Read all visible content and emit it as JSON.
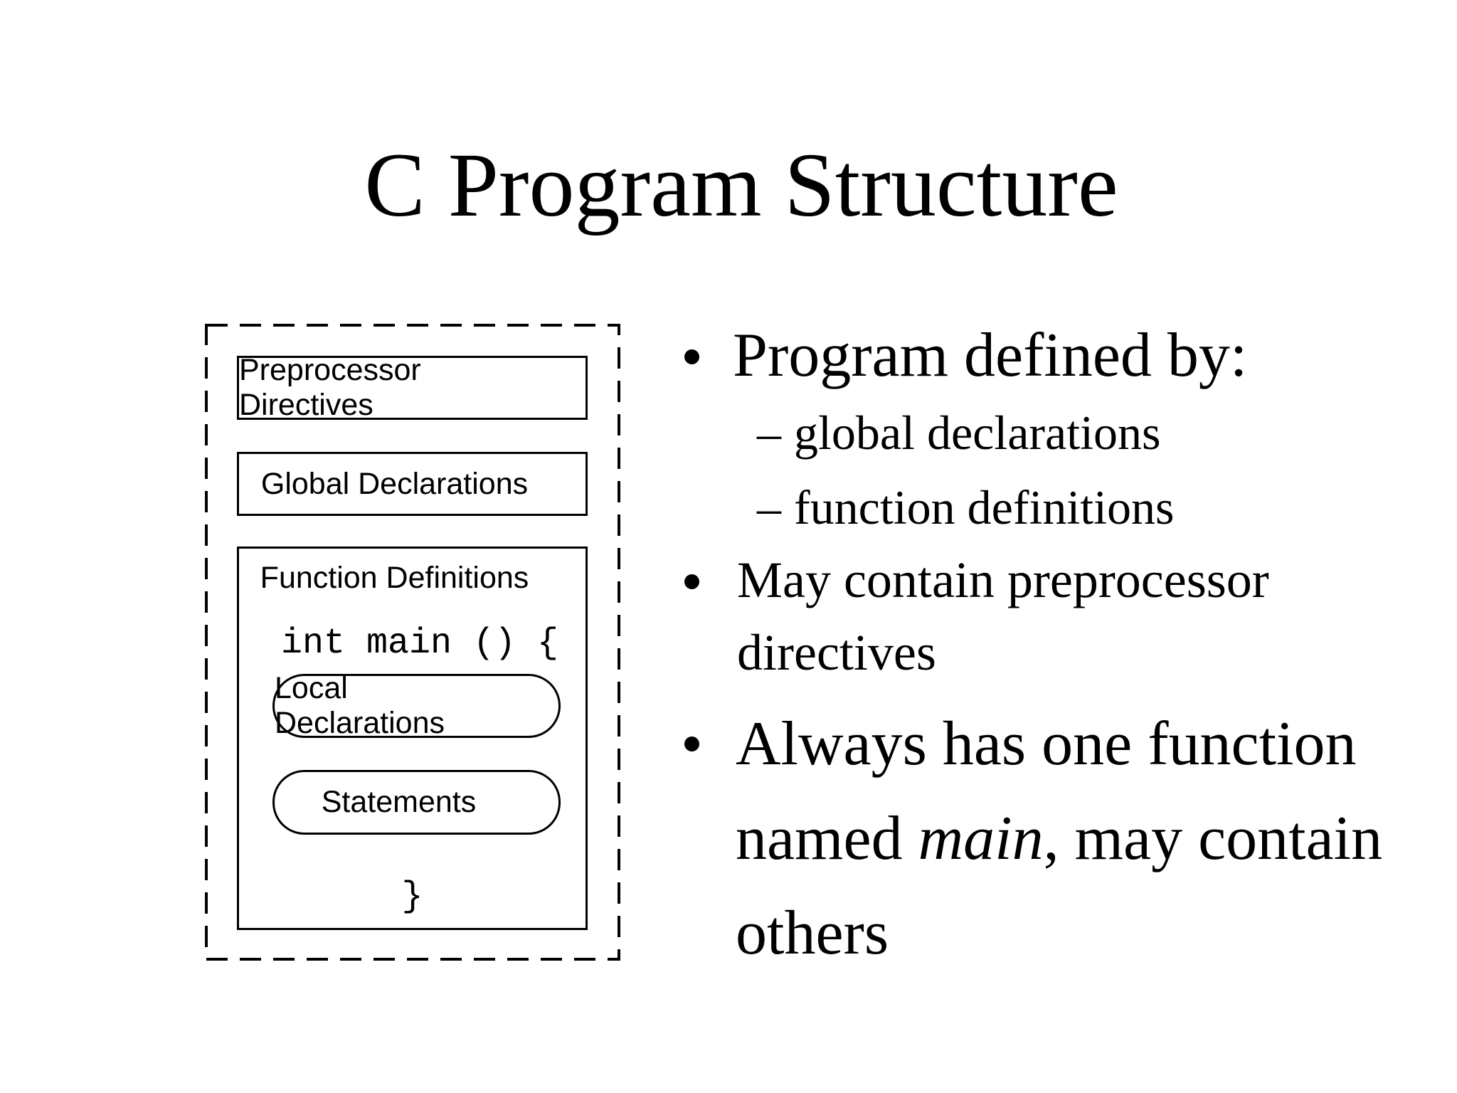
{
  "slide": {
    "title": "C Program Structure"
  },
  "diagram": {
    "box1": "Preprocessor Directives",
    "box2": "Global Declarations",
    "box3_label": "Function Definitions",
    "code_line": "int main () {",
    "rounded1": "Local Declarations",
    "rounded2": "Statements",
    "closing_brace": "}"
  },
  "bullets": {
    "b1": "Program defined by:",
    "sub_dash": "–",
    "b1_sub1": "global declarations",
    "b1_sub2": "function definitions",
    "b2_line1": "May contain preprocessor",
    "b2_line2": "directives",
    "b3_line1": "Always has one function",
    "b3_line2_pre": "named ",
    "b3_line2_italic": "main",
    "b3_line2_post": ", may contain",
    "b3_line3": "others"
  },
  "colors": {
    "ink": "#000000",
    "background": "#ffffff"
  }
}
